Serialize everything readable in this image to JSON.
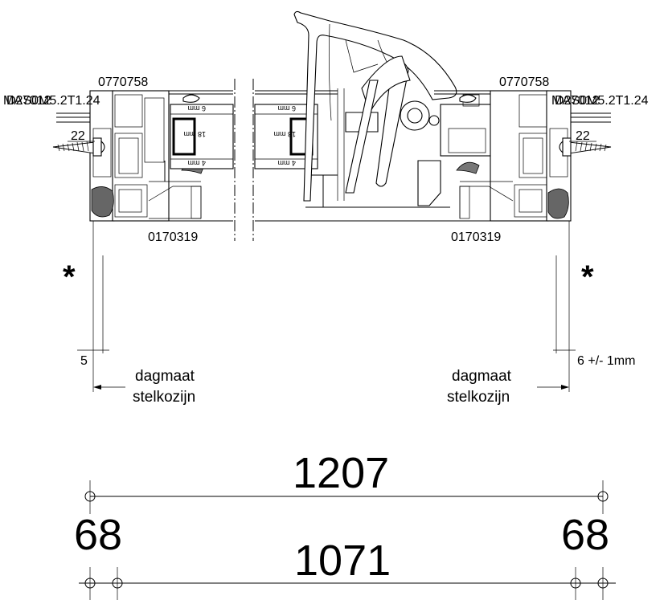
{
  "left": {
    "profile_top": "0770758",
    "profile_bottom": "0170319",
    "code": "D2S0M5.2T1.24",
    "code_overlap": "MA7012",
    "dim_screw": "22",
    "gap": "5",
    "asterisk": "*",
    "label_line1": "dagmaat",
    "label_line2": "stelkozijn",
    "glass_top": "6 mm",
    "glass_mid": "18 mm",
    "glass_bottom": "4 mm"
  },
  "right": {
    "profile_top": "0770758",
    "profile_bottom": "0170319",
    "code": "D2S0M5.2T1.24",
    "code_overlap": "MA7012",
    "dim_screw": "22",
    "gap": "6 +/- 1mm",
    "asterisk": "*",
    "label_line1": "dagmaat",
    "label_line2": "stelkozijn",
    "glass_top": "6 mm",
    "glass_mid": "18 mm",
    "glass_bottom": "4 mm"
  },
  "dimensions": {
    "overall": "1207",
    "inner": "1071",
    "left_frame": "68",
    "right_frame": "68"
  }
}
